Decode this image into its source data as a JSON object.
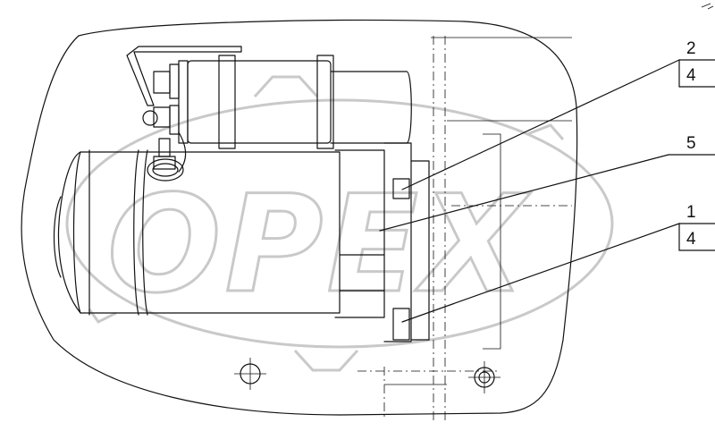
{
  "watermark": {
    "text": "OPEX"
  },
  "callouts": [
    {
      "number": "2",
      "quantity": "4"
    },
    {
      "number": "5"
    },
    {
      "number": "1",
      "quantity": "4"
    }
  ]
}
